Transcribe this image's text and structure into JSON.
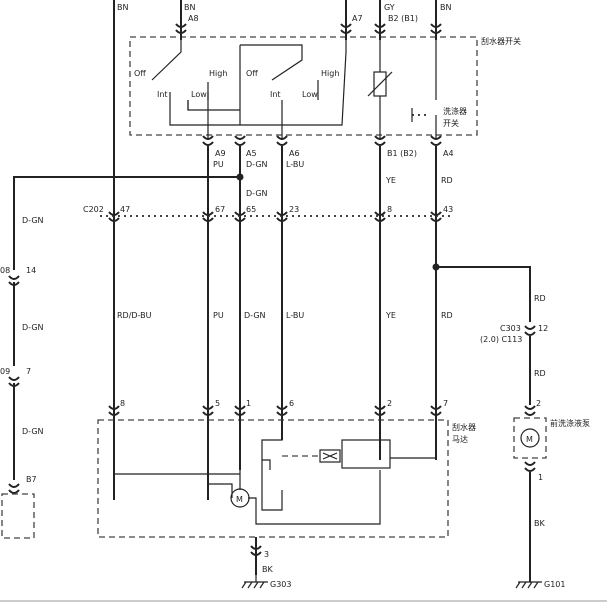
{
  "labels": {
    "top_bn_left": "BN",
    "top_bn": "BN",
    "top_a8": "A8",
    "top_a7": "A7",
    "top_gy": "GY",
    "top_b2": "B2 (B1)",
    "top_bn_right": "BN",
    "wiper_switch_title": "刮水器开关",
    "off1": "Off",
    "high1": "High",
    "int1": "Int",
    "low1": "Low",
    "off2": "Off",
    "high2": "High",
    "int2": "Int",
    "low2": "Low",
    "washer_switch_line1": "洗涤器",
    "washer_switch_line2": "开关",
    "a9": "A9",
    "a5": "A5",
    "a6": "A6",
    "b1": "B1 (B2)",
    "a4": "A4",
    "pu1": "PU",
    "dgn1": "D-GN",
    "lbu1": "L-BU",
    "ye1": "YE",
    "rd1": "RD",
    "dgn_mid": "D-GN",
    "dgn_left": "D-GN",
    "c202": "C202",
    "p47": "47",
    "p67": "67",
    "p65": "65",
    "p23": "23",
    "p8a": "8",
    "p43": "43",
    "c208": "08",
    "p14": "14",
    "dgn_left2": "D-GN",
    "c209": "09",
    "p7a": "7",
    "dgn_left3": "D-GN",
    "b7": "B7",
    "rd_dbu": "RD/D-BU",
    "pu2": "PU",
    "dgn2": "D-GN",
    "lbu2": "L-BU",
    "ye2": "YE",
    "rd2": "RD",
    "rd_right": "RD",
    "c303": "C303",
    "p12": "12",
    "c113": "(2.0) C113",
    "rd_right2": "RD",
    "m8": "8",
    "m5": "5",
    "m1": "1",
    "m6": "6",
    "m2": "2",
    "m7": "7",
    "wiper_motor_line1": "刮水器",
    "wiper_motor_line2": "马达",
    "pump2": "2",
    "pump_title": "前洗涤液泵",
    "pump1": "1",
    "bk_right": "BK",
    "g101": "G101",
    "g_pin3": "3",
    "bk_bottom": "BK",
    "g303": "G303",
    "motor_m": "M",
    "pump_m": "M"
  }
}
